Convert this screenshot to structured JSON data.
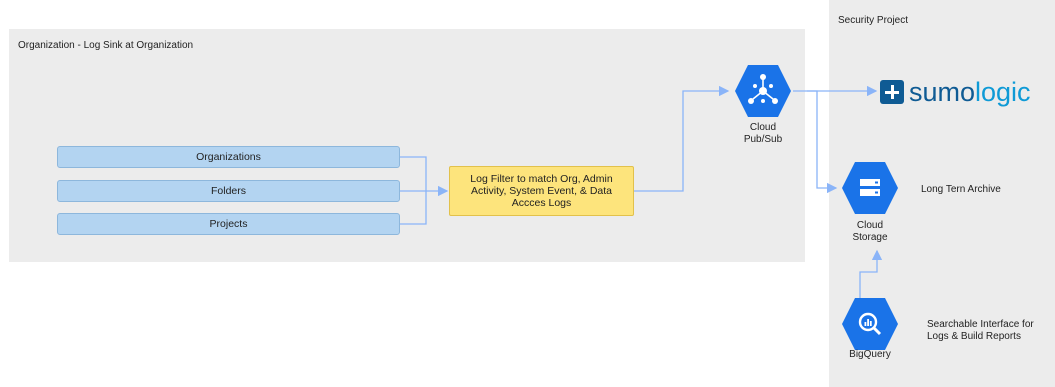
{
  "organization": {
    "title": "Organization - Log Sink at Organization"
  },
  "security_project": {
    "title": "Security Project"
  },
  "sources": [
    "Organizations",
    "Folders",
    "Projects"
  ],
  "filter": {
    "text": "Log Filter to match Org, Admin Activity, System Event, & Data Accces Logs"
  },
  "pubsub": {
    "label_line1": "Cloud",
    "label_line2": "Pub/Sub",
    "icon": "pubsub-icon"
  },
  "storage": {
    "label_line1": "Cloud",
    "label_line2": "Storage",
    "icon": "storage-icon",
    "note": "Long Tern Archive"
  },
  "bigquery": {
    "label": "BigQuery",
    "icon": "bigquery-icon",
    "note_line1": "Searchable Interface for",
    "note_line2": "Logs & Build Reports"
  },
  "sumologic": {
    "part1": "sumo",
    "part2": "logic"
  },
  "colors": {
    "hex": "#1a73e8",
    "arrow": "#8ab4f8",
    "source_fill": "#b3d4f1",
    "filter_fill": "#fde47c"
  }
}
